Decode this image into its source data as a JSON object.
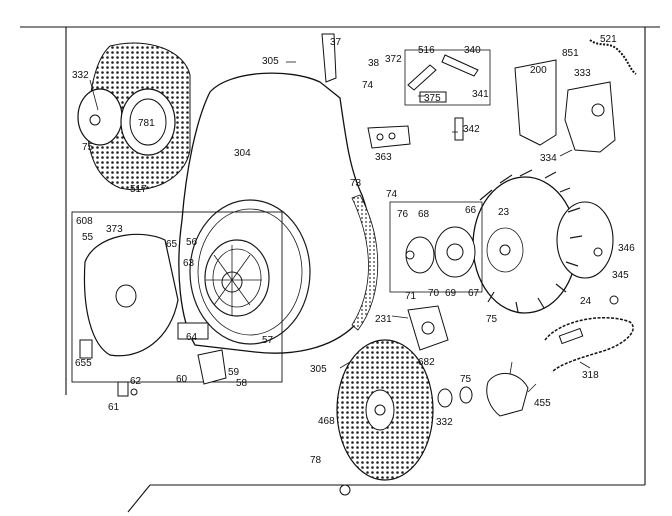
{
  "diagram": {
    "type": "exploded-parts-diagram",
    "labels": [
      {
        "id": "lbl-332a",
        "text": "332"
      },
      {
        "id": "lbl-781",
        "text": "781"
      },
      {
        "id": "lbl-75a",
        "text": "75"
      },
      {
        "id": "lbl-517",
        "text": "517"
      },
      {
        "id": "lbl-304",
        "text": "304"
      },
      {
        "id": "lbl-305a",
        "text": "305"
      },
      {
        "id": "lbl-37",
        "text": "37"
      },
      {
        "id": "lbl-38",
        "text": "38"
      },
      {
        "id": "lbl-372",
        "text": "372"
      },
      {
        "id": "lbl-74a",
        "text": "74"
      },
      {
        "id": "lbl-516",
        "text": "516"
      },
      {
        "id": "lbl-340",
        "text": "340"
      },
      {
        "id": "lbl-375",
        "text": "375"
      },
      {
        "id": "lbl-341",
        "text": "341"
      },
      {
        "id": "lbl-521",
        "text": "521"
      },
      {
        "id": "lbl-851",
        "text": "851"
      },
      {
        "id": "lbl-200",
        "text": "200"
      },
      {
        "id": "lbl-333",
        "text": "333"
      },
      {
        "id": "lbl-334",
        "text": "334"
      },
      {
        "id": "lbl-342",
        "text": "342"
      },
      {
        "id": "lbl-363",
        "text": "363"
      },
      {
        "id": "lbl-73",
        "text": "73"
      },
      {
        "id": "lbl-74b",
        "text": "74"
      },
      {
        "id": "lbl-76",
        "text": "76"
      },
      {
        "id": "lbl-68",
        "text": "68"
      },
      {
        "id": "lbl-66",
        "text": "66"
      },
      {
        "id": "lbl-23",
        "text": "23"
      },
      {
        "id": "lbl-346",
        "text": "346"
      },
      {
        "id": "lbl-345",
        "text": "345"
      },
      {
        "id": "lbl-24",
        "text": "24"
      },
      {
        "id": "lbl-71",
        "text": "71"
      },
      {
        "id": "lbl-70",
        "text": "70"
      },
      {
        "id": "lbl-69",
        "text": "69"
      },
      {
        "id": "lbl-67",
        "text": "67"
      },
      {
        "id": "lbl-75b",
        "text": "75"
      },
      {
        "id": "lbl-231",
        "text": "231"
      },
      {
        "id": "lbl-682",
        "text": "682"
      },
      {
        "id": "lbl-318",
        "text": "318"
      },
      {
        "id": "lbl-608",
        "text": "608"
      },
      {
        "id": "lbl-55",
        "text": "55"
      },
      {
        "id": "lbl-373",
        "text": "373"
      },
      {
        "id": "lbl-65",
        "text": "65"
      },
      {
        "id": "lbl-56",
        "text": "56"
      },
      {
        "id": "lbl-63",
        "text": "63"
      },
      {
        "id": "lbl-64",
        "text": "64"
      },
      {
        "id": "lbl-57",
        "text": "57"
      },
      {
        "id": "lbl-655",
        "text": "655"
      },
      {
        "id": "lbl-62",
        "text": "62"
      },
      {
        "id": "lbl-61",
        "text": "61"
      },
      {
        "id": "lbl-60",
        "text": "60"
      },
      {
        "id": "lbl-59",
        "text": "59"
      },
      {
        "id": "lbl-58",
        "text": "58"
      },
      {
        "id": "lbl-305b",
        "text": "305"
      },
      {
        "id": "lbl-468",
        "text": "468"
      },
      {
        "id": "lbl-75c",
        "text": "75"
      },
      {
        "id": "lbl-332b",
        "text": "332"
      },
      {
        "id": "lbl-455",
        "text": "455"
      },
      {
        "id": "lbl-78",
        "text": "78"
      }
    ]
  }
}
